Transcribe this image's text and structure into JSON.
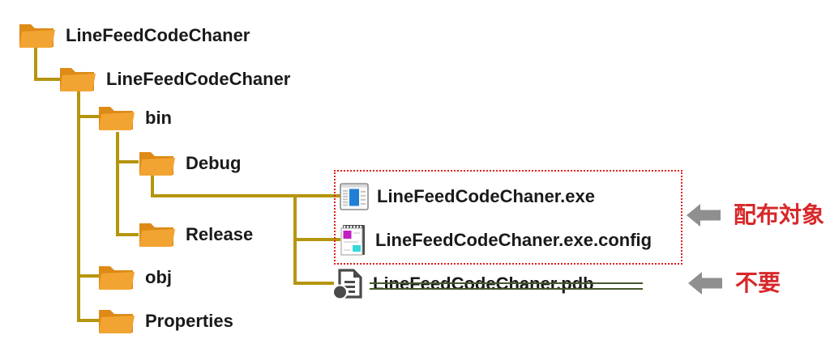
{
  "tree": {
    "folders": [
      {
        "label": "LineFeedCodeChaner",
        "level": 0
      },
      {
        "label": "LineFeedCodeChaner",
        "level": 1
      },
      {
        "label": "bin",
        "level": 2
      },
      {
        "label": "Debug",
        "level": 3
      },
      {
        "label": "Release",
        "level": 3
      },
      {
        "label": "obj",
        "level": 2
      },
      {
        "label": "Properties",
        "level": 2
      }
    ],
    "files": [
      {
        "label": "LineFeedCodeChaner.exe",
        "icon": "application-window-icon",
        "highlighted": true
      },
      {
        "label": "LineFeedCodeChaner.exe.config",
        "icon": "config-file-icon",
        "highlighted": true
      },
      {
        "label": "LineFeedCodeChaner.pdb",
        "icon": "debug-symbols-file-icon",
        "struck_out": true
      }
    ]
  },
  "annotations": [
    {
      "label": "配布対象",
      "arrow": "left"
    },
    {
      "label": "不要",
      "arrow": "left"
    }
  ],
  "colors": {
    "tree_line": "#B5950E",
    "folder_body": "#F2A432",
    "folder_back": "#DD8A16",
    "highlight_border": "#E31E1E",
    "annotation_text": "#D7282A",
    "arrow_gray": "#8F8F8F",
    "strikethrough_green": "#44582A",
    "exe_icon_blue": "#1F7FD6",
    "config_magenta": "#C21FC2",
    "config_cyan": "#35D9D9"
  }
}
